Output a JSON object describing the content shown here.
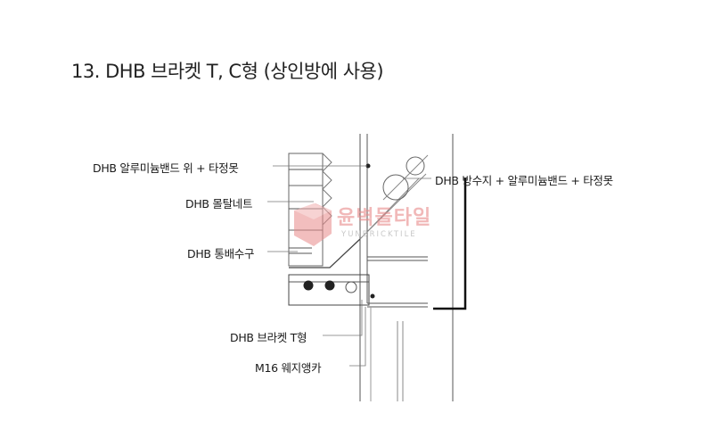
{
  "title": "13. DHB 브라켓 T, C형 (상인방에 사용)",
  "labels": {
    "band_top": "DHB 알루미늄밴드 위 + 타정못",
    "mortar_net": "DHB 몰탈네트",
    "drain_pipe": "DHB 통배수구",
    "bracket_t": "DHB 브라켓 T형",
    "wedge_anchor": "M16 웨지앵카",
    "waterproof_band": "DHB 방수지 + 알루미늄밴드 + 타정못"
  },
  "watermark": {
    "text": "윤벽돌타일",
    "subtext": "YUNBRICKTILE",
    "color": "#e88a8a"
  }
}
